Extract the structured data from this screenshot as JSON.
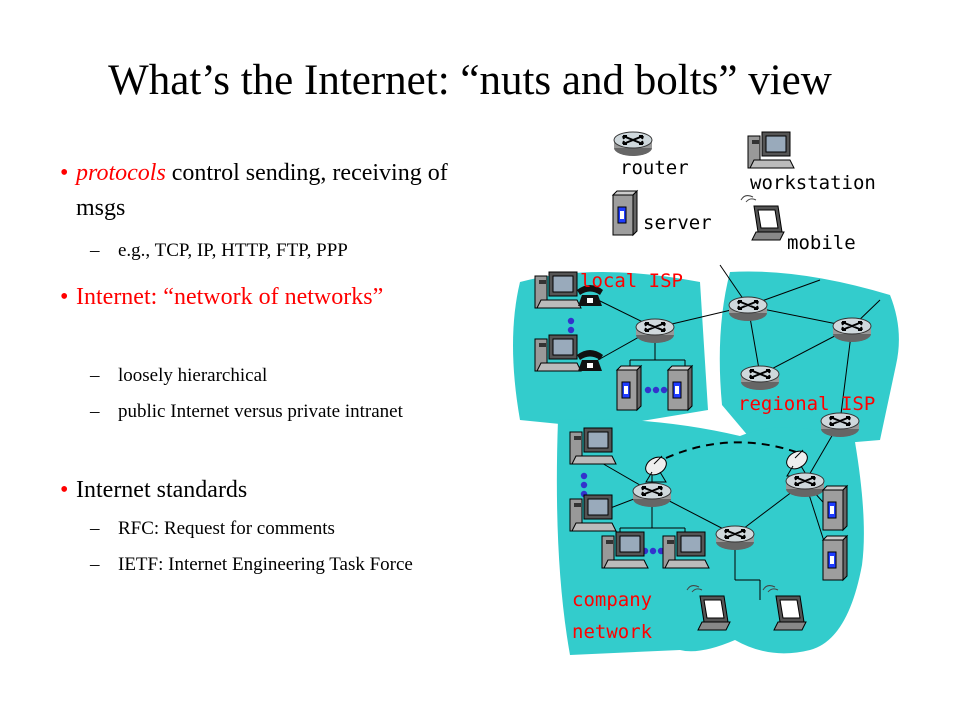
{
  "title": "What’s the Internet: “nuts and bolts” view",
  "bullets": {
    "b1": {
      "bullet": "•",
      "em": "protocols",
      "rest": " control sending, receiving of msgs"
    },
    "b1s1": {
      "dash": "–",
      "text": "e.g., TCP, IP, HTTP, FTP,  PPP"
    },
    "b2": {
      "bullet": "•",
      "text": "Internet: “network of networks”"
    },
    "b2s1": {
      "dash": "–",
      "text": "loosely hierarchical"
    },
    "b2s2": {
      "dash": "–",
      "text": "public Internet versus private intranet"
    },
    "b3": {
      "bullet": "•",
      "text": "Internet standards"
    },
    "b3s1": {
      "dash": "–",
      "text": "RFC: Request for comments"
    },
    "b3s2": {
      "dash": "–",
      "text": "IETF: Internet Engineering Task Force"
    }
  },
  "legend": {
    "router": "router",
    "workstation": "workstation",
    "server": "server",
    "mobile": "mobile"
  },
  "diagram": {
    "local_isp": "local ISP",
    "regional_isp": "regional ISP",
    "company_line1": "company",
    "company_line2": "network"
  },
  "colors": {
    "accent": "#ff0000",
    "cloud": "#33cccc",
    "dots": "#3333cc"
  }
}
